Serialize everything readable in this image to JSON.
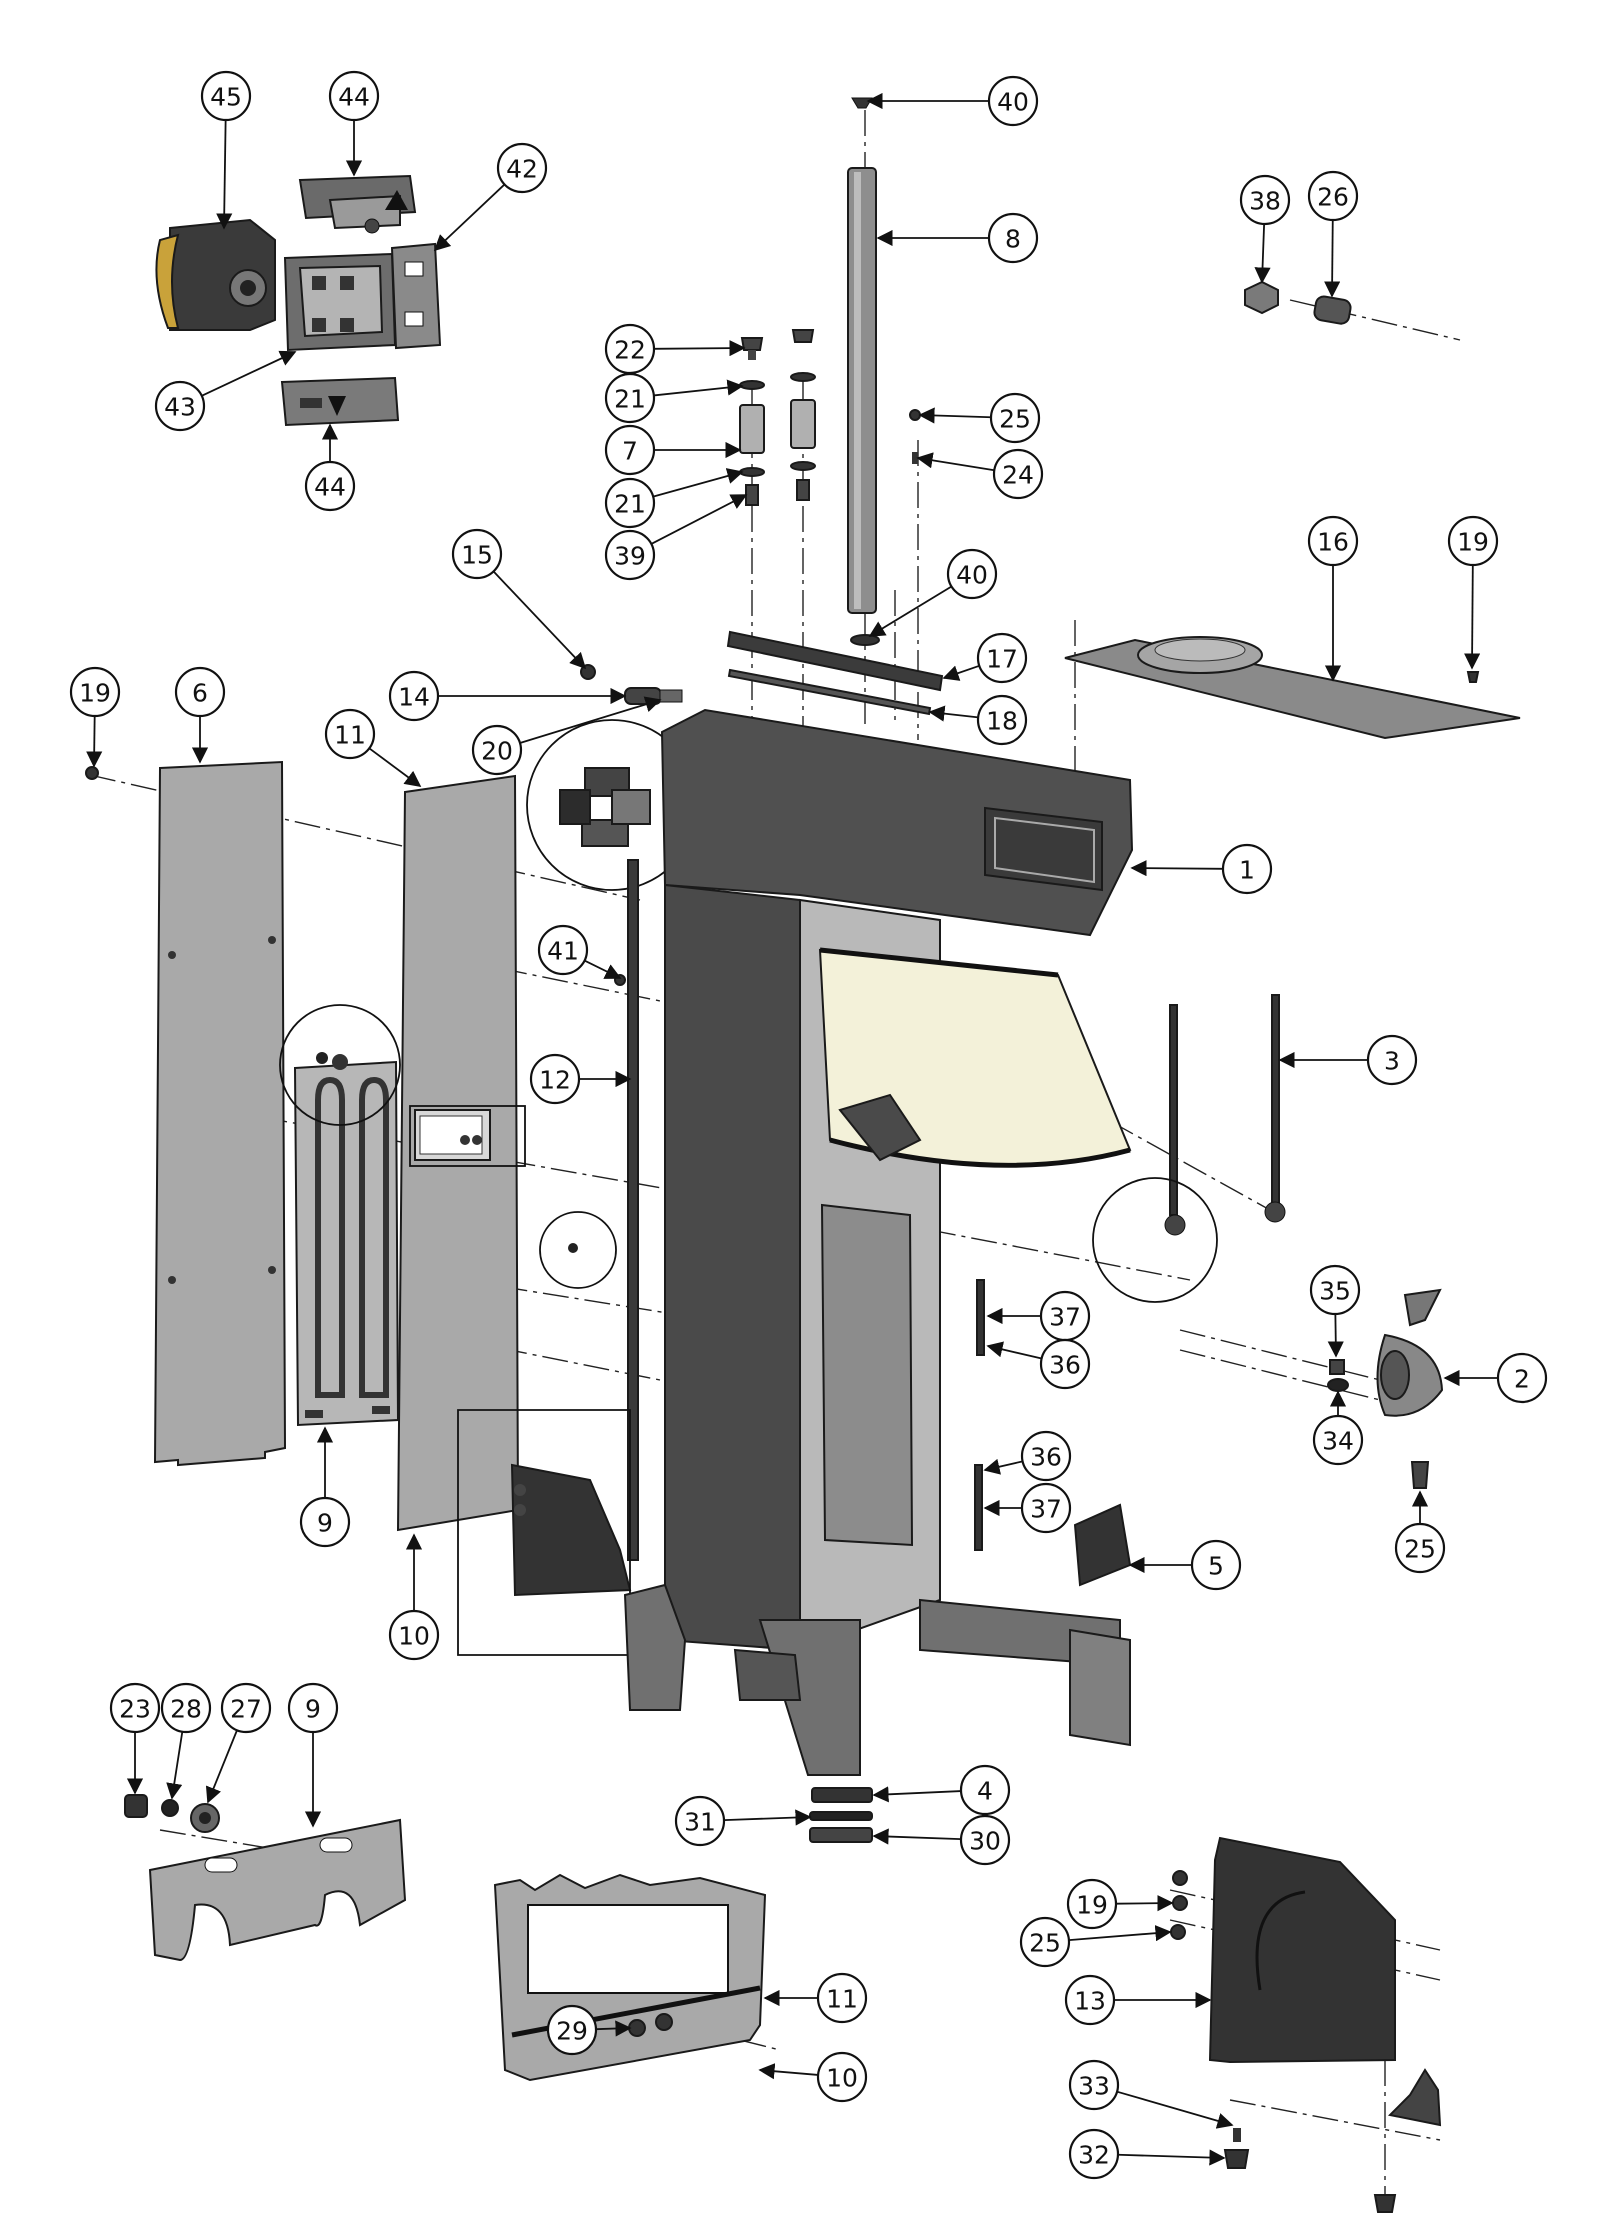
{
  "diagram": {
    "type": "exploded-parts-diagram",
    "colors": {
      "frame_dark": "#4a4a4a",
      "panel_gray": "#a8a8a8",
      "sheet_light": "#c8c8c8",
      "funnel_glass": "#f3f1d9",
      "control_yellow": "#c9a23a",
      "outline": "#111111"
    },
    "callouts": [
      {
        "label": "45"
      },
      {
        "label": "44"
      },
      {
        "label": "42"
      },
      {
        "label": "43"
      },
      {
        "label": "44"
      },
      {
        "label": "40"
      },
      {
        "label": "8"
      },
      {
        "label": "38"
      },
      {
        "label": "26"
      },
      {
        "label": "22"
      },
      {
        "label": "21"
      },
      {
        "label": "7"
      },
      {
        "label": "21"
      },
      {
        "label": "39"
      },
      {
        "label": "25"
      },
      {
        "label": "24"
      },
      {
        "label": "40"
      },
      {
        "label": "17"
      },
      {
        "label": "18"
      },
      {
        "label": "16"
      },
      {
        "label": "19"
      },
      {
        "label": "15"
      },
      {
        "label": "14"
      },
      {
        "label": "20"
      },
      {
        "label": "19"
      },
      {
        "label": "6"
      },
      {
        "label": "11"
      },
      {
        "label": "1"
      },
      {
        "label": "41"
      },
      {
        "label": "12"
      },
      {
        "label": "3"
      },
      {
        "label": "35"
      },
      {
        "label": "37"
      },
      {
        "label": "36"
      },
      {
        "label": "2"
      },
      {
        "label": "34"
      },
      {
        "label": "36"
      },
      {
        "label": "37"
      },
      {
        "label": "25"
      },
      {
        "label": "5"
      },
      {
        "label": "9"
      },
      {
        "label": "10"
      },
      {
        "label": "10"
      },
      {
        "label": "23"
      },
      {
        "label": "28"
      },
      {
        "label": "27"
      },
      {
        "label": "9"
      },
      {
        "label": "4"
      },
      {
        "label": "31"
      },
      {
        "label": "30"
      },
      {
        "label": "19"
      },
      {
        "label": "25"
      },
      {
        "label": "13"
      },
      {
        "label": "11"
      },
      {
        "label": "29"
      },
      {
        "label": "10"
      },
      {
        "label": "33"
      },
      {
        "label": "32"
      }
    ]
  }
}
